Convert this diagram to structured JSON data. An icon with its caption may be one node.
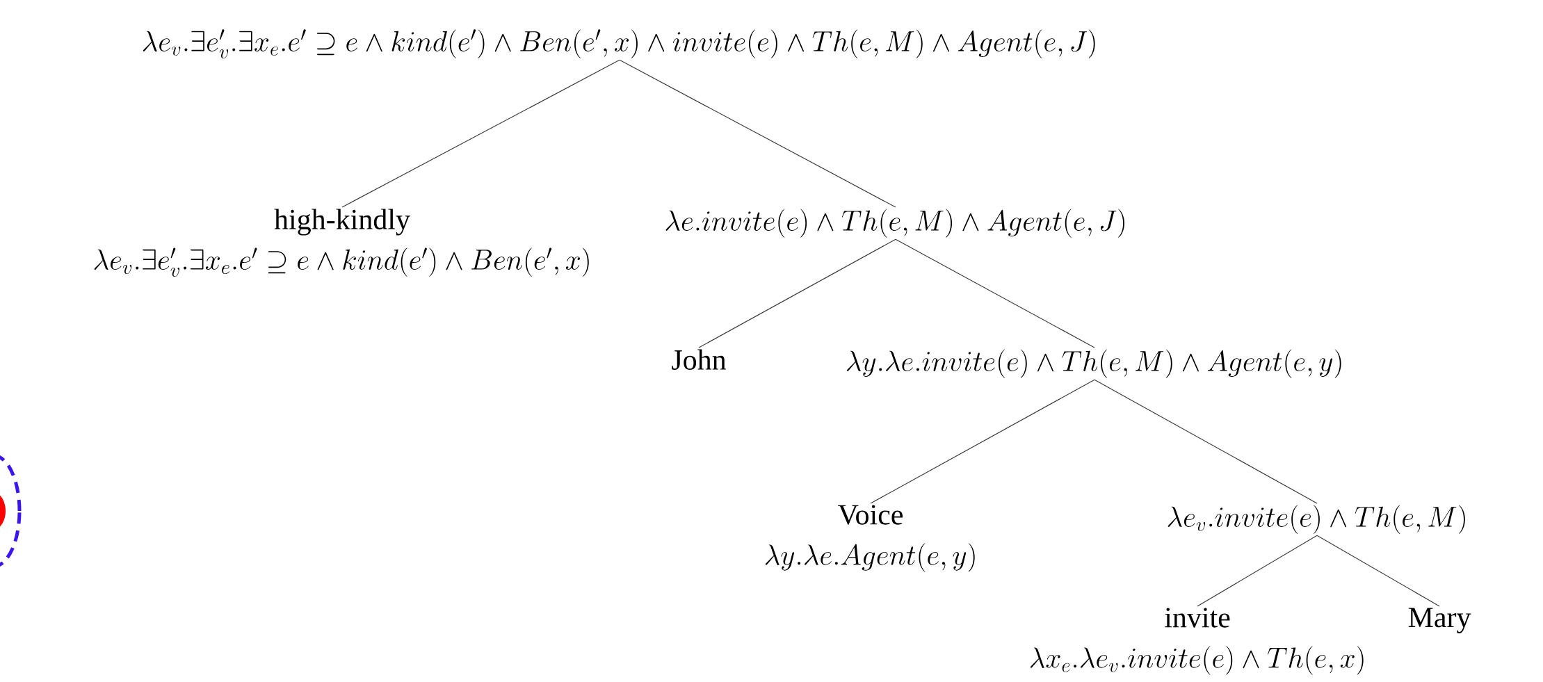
{
  "diagram": {
    "nodes": [
      {
        "text": [
          "\\lambda e_v.\\exists e'_v.\\exists x_e.e' \\supseteq e \\wedge kind(e') \\wedge Ben(e',x) \\wedge invite(e) \\wedge Th(e,M) \\wedge Agent(e,J)"
        ]
      },
      {
        "text": [
          "high-kindly",
          "\\lambda e_v.\\exists e'_v.\\exists x_e.e' \\supseteq e \\wedge kind(e') \\wedge Ben(e',x)"
        ]
      },
      {
        "text": [
          "\\lambda e.invite(e) \\wedge Th(e,M) \\wedge Agent(e,J)"
        ]
      },
      {
        "text": [
          "John"
        ]
      },
      {
        "text": [
          "\\lambda y.\\lambda e.invite(e) \\wedge Th(e,M) \\wedge Agent(e,y)"
        ]
      },
      {
        "text": [
          "Voice",
          "\\lambda y.\\lambda e.Agent(e,y)"
        ]
      },
      {
        "text": [
          "\\lambda e_v.invite(e) \\wedge Th(e,M)"
        ]
      },
      {
        "text": [
          "invite",
          "\\lambda x_e.\\lambda e_v.invite(e) \\wedge Th(e,x)"
        ]
      },
      {
        "text": [
          "Mary"
        ]
      }
    ],
    "edges": [
      {
        "from": 0,
        "to": 1,
        "arrow": "none"
      },
      {
        "from": 0,
        "to": 2,
        "arrow": "none"
      },
      {
        "from": 2,
        "to": 3,
        "arrow": "none"
      },
      {
        "from": 2,
        "to": 4,
        "arrow": "none"
      },
      {
        "from": 4,
        "to": 5,
        "arrow": "none"
      },
      {
        "from": 4,
        "to": 6,
        "arrow": "none"
      },
      {
        "from": 6,
        "to": 7,
        "arrow": "none"
      },
      {
        "from": 6,
        "to": 8,
        "arrow": "none"
      }
    ]
  }
}
